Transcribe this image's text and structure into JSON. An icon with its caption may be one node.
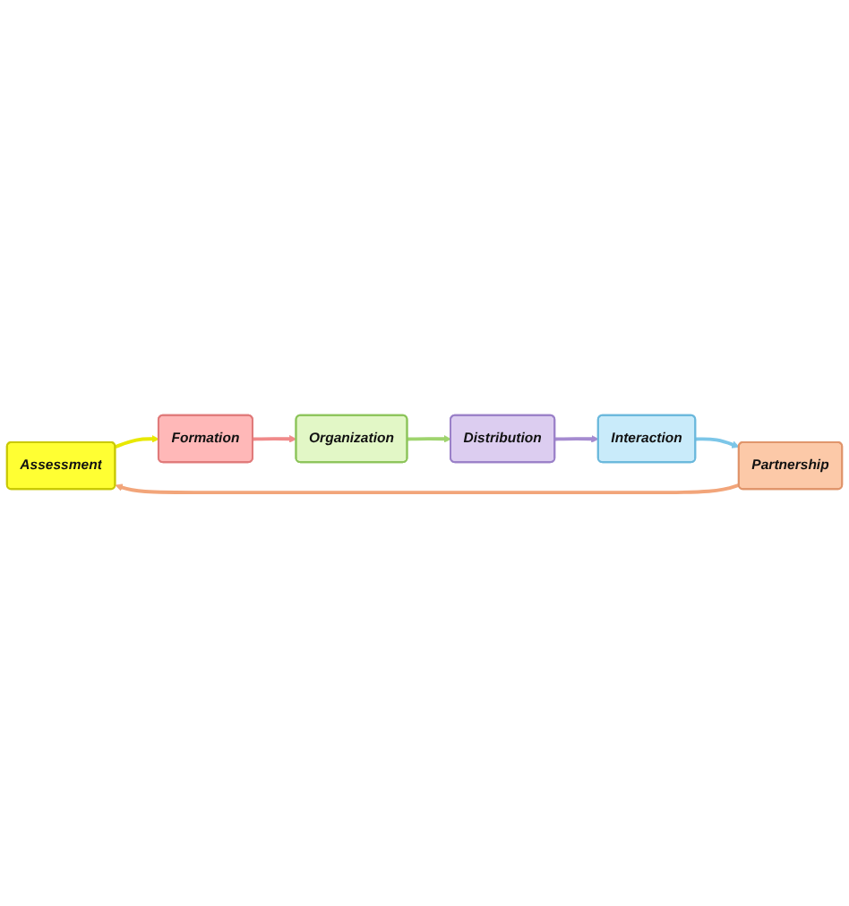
{
  "diagram": {
    "nodes": [
      {
        "text": [
          "Assessment"
        ]
      },
      {
        "text": [
          "Formation"
        ]
      },
      {
        "text": [
          "Organization"
        ]
      },
      {
        "text": [
          "Distribution"
        ]
      },
      {
        "text": [
          "Interaction"
        ]
      },
      {
        "text": [
          "Partnership"
        ]
      }
    ],
    "edges": [
      {
        "from": 0,
        "to": 1,
        "arrow": "to",
        "color": "#e8e800"
      },
      {
        "from": 1,
        "to": 2,
        "arrow": "to",
        "color": "#f08a8a"
      },
      {
        "from": 2,
        "to": 3,
        "arrow": "to",
        "color": "#9fd46e"
      },
      {
        "from": 3,
        "to": 4,
        "arrow": "to",
        "color": "#a58bd0"
      },
      {
        "from": 4,
        "to": 5,
        "arrow": "to",
        "color": "#7cc6e8"
      },
      {
        "from": 5,
        "to": 0,
        "arrow": "to",
        "color": "#f2a57a"
      }
    ]
  }
}
